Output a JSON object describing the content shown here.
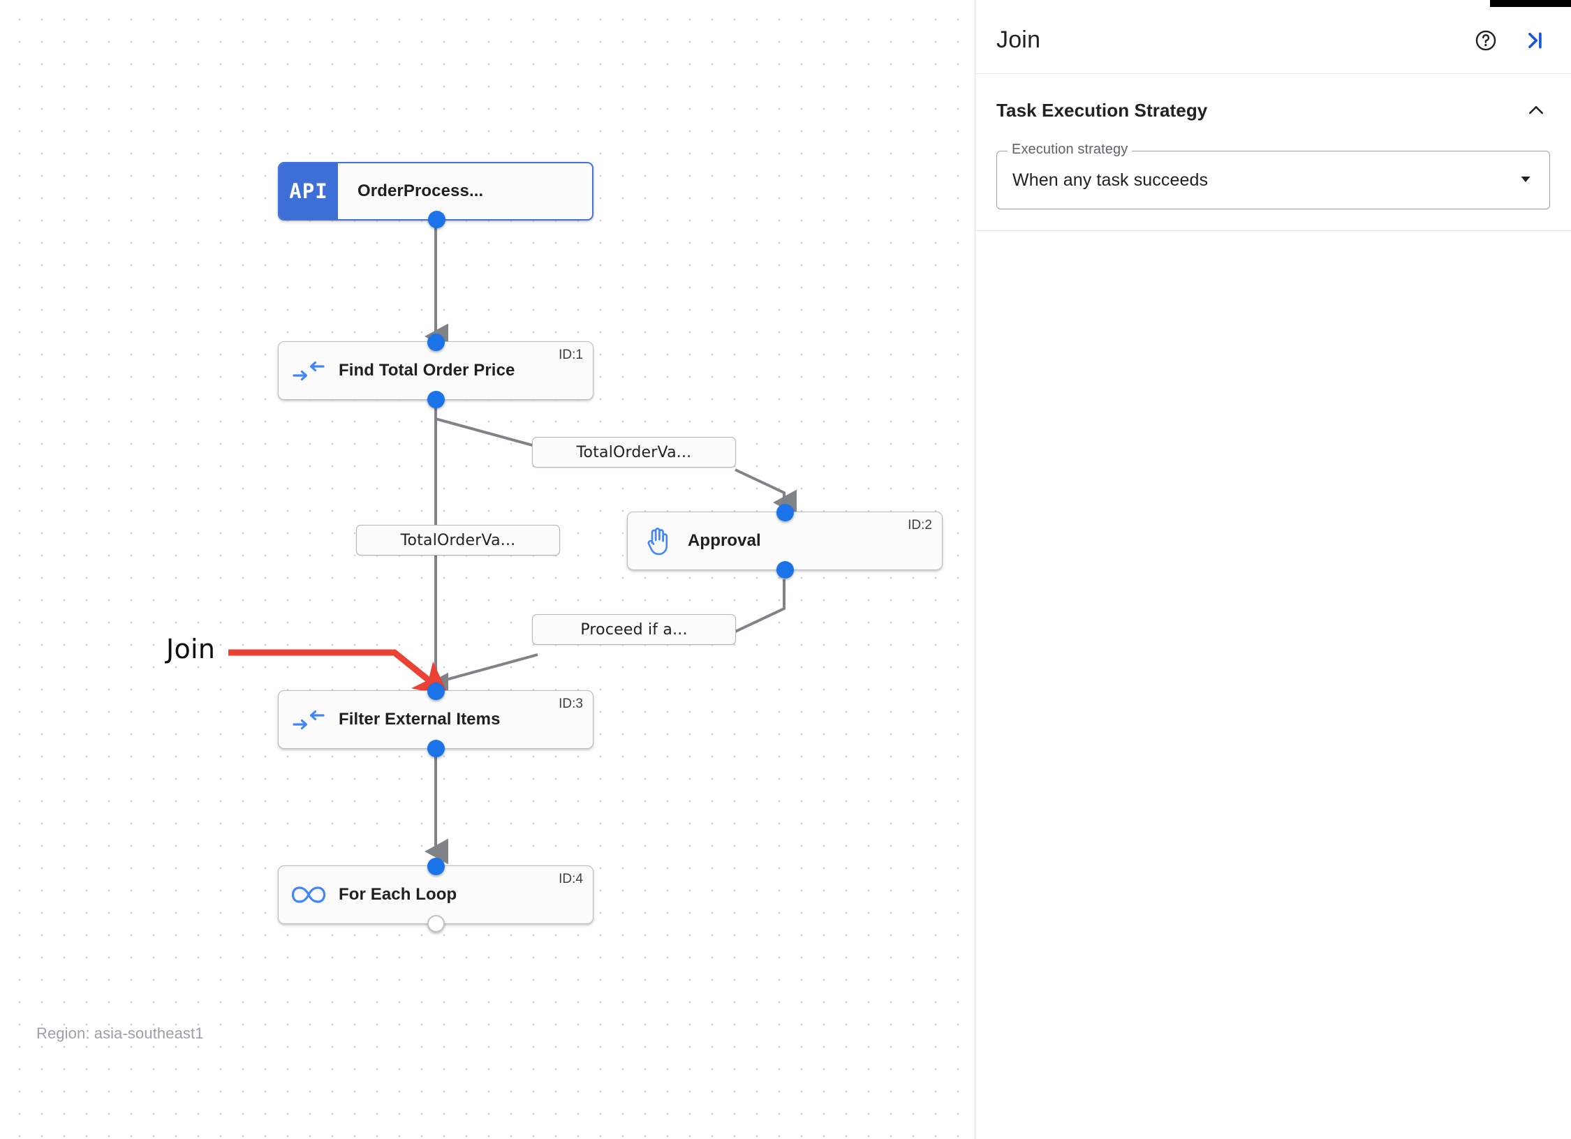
{
  "canvas": {
    "region_label": "Region: asia-southeast1",
    "annotation": {
      "label": "Join",
      "color": "#ea4335"
    },
    "nodes": [
      {
        "id": "trigger",
        "title": "OrderProcess...",
        "badge": "API",
        "icon": "api-badge",
        "node_id": "",
        "selected": true
      },
      {
        "id": "task1",
        "title": "Find Total Order Price",
        "node_id": "ID:1",
        "icon": "merge-arrows-icon",
        "selected": false
      },
      {
        "id": "task2",
        "title": "Approval",
        "node_id": "ID:2",
        "icon": "hand-raised-icon",
        "selected": false
      },
      {
        "id": "task3",
        "title": "Filter External Items",
        "node_id": "ID:3",
        "icon": "merge-arrows-icon",
        "selected": false
      },
      {
        "id": "task4",
        "title": "For Each Loop",
        "node_id": "ID:4",
        "icon": "infinity-loop-icon",
        "selected": false
      }
    ],
    "edge_labels": [
      {
        "id": "edge-label-1",
        "text": "TotalOrderVa..."
      },
      {
        "id": "edge-label-2",
        "text": "TotalOrderVa..."
      },
      {
        "id": "edge-label-3",
        "text": "Proceed if a..."
      }
    ]
  },
  "panel": {
    "title": "Join",
    "help_icon": "help-circle-icon",
    "collapse_icon": "collapse-panel-icon",
    "sections": [
      {
        "title": "Task Execution Strategy",
        "collapse_icon": "chevron-up-icon",
        "field": {
          "legend": "Execution strategy",
          "value": "When any task succeeds",
          "dropdown_icon": "caret-down-icon"
        }
      }
    ]
  },
  "colors": {
    "accent_blue": "#1a73e8",
    "node_blue": "#3d6fd6",
    "icon_blue": "#4285f4",
    "annotation_red": "#ea4335",
    "edge_gray": "#7f8286"
  }
}
